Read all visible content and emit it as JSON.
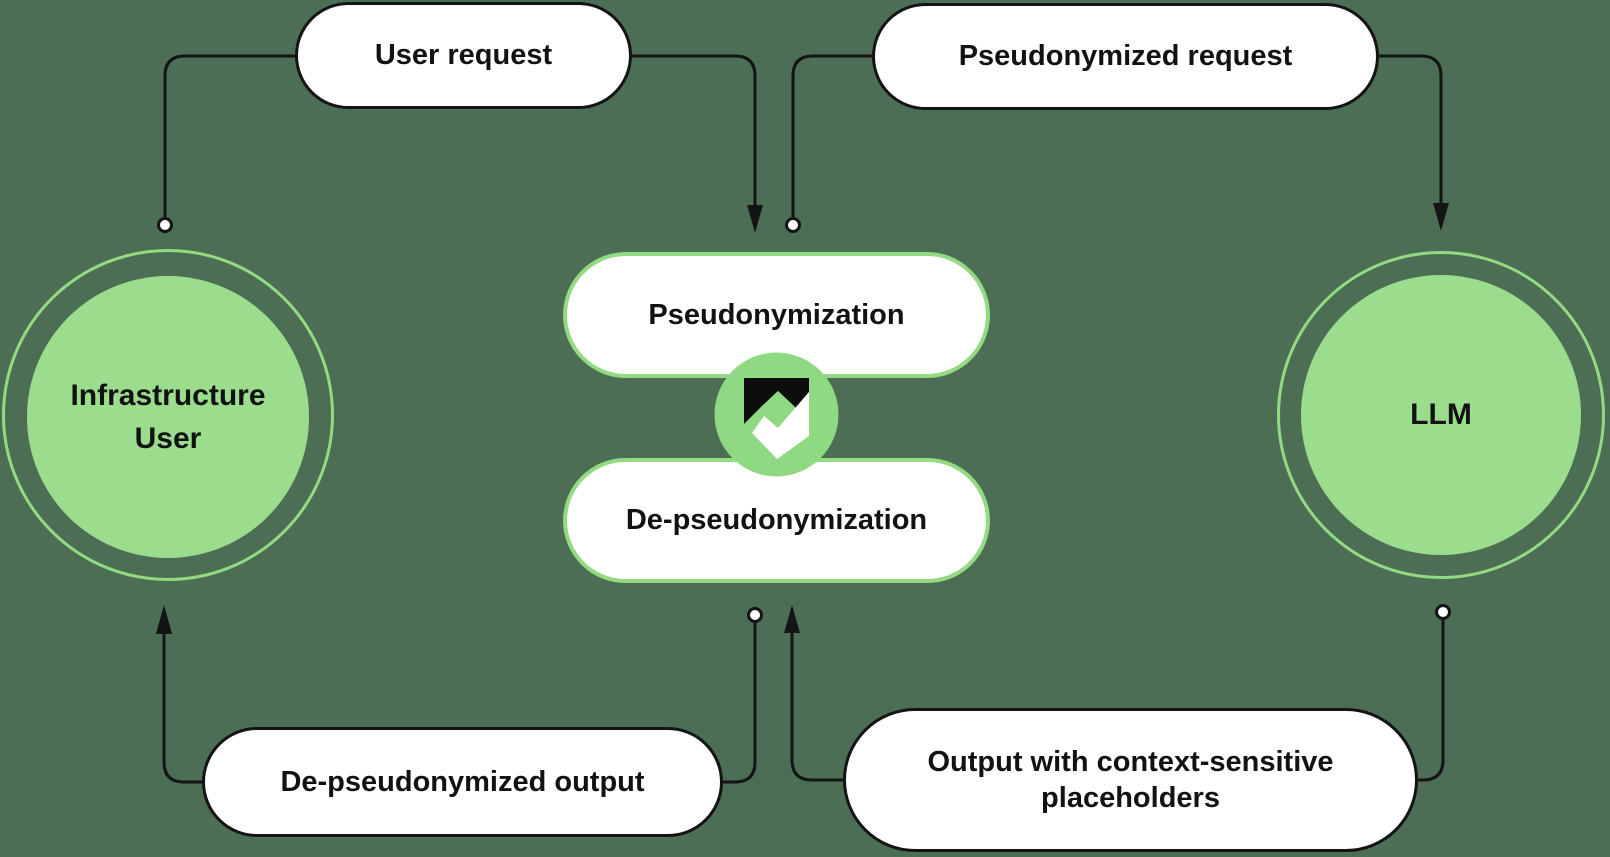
{
  "canvas": {
    "background_color": "#4C6E54",
    "accent_green_light": "#9BDD8C",
    "accent_green_border": "#93DA82",
    "line_color": "#141414",
    "pill_background": "#FFFFFF"
  },
  "nodes": {
    "infrastructure_user": {
      "label": "Infrastructure User"
    },
    "llm": {
      "label": "LLM"
    },
    "pseudonymization": {
      "label": "Pseudonymization"
    },
    "de_pseudonymization": {
      "label": "De-pseudonymization"
    }
  },
  "edges": {
    "user_request": {
      "label": "User request"
    },
    "pseudonymized_request": {
      "label": "Pseudonymized request"
    },
    "output_with_placeholders": {
      "label": "Output with context-sensitive placeholders"
    },
    "de_pseudonymized_output": {
      "label": "De-pseudonymized output"
    }
  },
  "icon": {
    "name": "shield-check-logo"
  }
}
